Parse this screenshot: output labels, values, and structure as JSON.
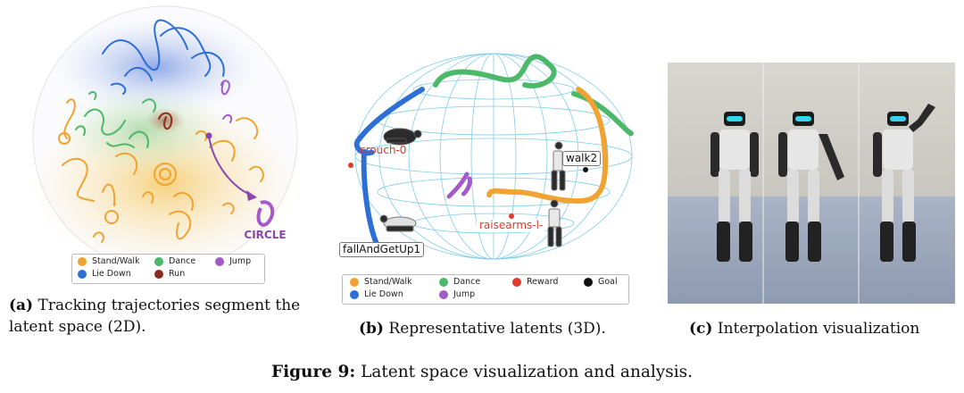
{
  "panel_a": {
    "annotation": "CIRCLE",
    "legend": [
      {
        "label": "Stand/Walk",
        "color": "#f0a330"
      },
      {
        "label": "Dance",
        "color": "#4cb86a"
      },
      {
        "label": "Jump",
        "color": "#a35bc8"
      },
      {
        "label": "Lie Down",
        "color": "#2e6fd6"
      },
      {
        "label": "Run",
        "color": "#8b2a1e"
      }
    ],
    "caption_label": "(a)",
    "caption_text": "Tracking trajectories segment the latent space (2D)."
  },
  "panel_b": {
    "tags": [
      "crouch-0",
      "walk2",
      "fallAndGetUp1",
      "raisearms-l-"
    ],
    "legend": [
      {
        "label": "Stand/Walk",
        "color": "#f0a330"
      },
      {
        "label": "Dance",
        "color": "#4cb86a"
      },
      {
        "label": "Reward",
        "color": "#e03a2a"
      },
      {
        "label": "Goal",
        "color": "#111111"
      },
      {
        "label": "Lie Down",
        "color": "#2e6fd6"
      },
      {
        "label": "Jump",
        "color": "#a35bc8"
      }
    ],
    "caption_label": "(b)",
    "caption_text": "Representative latents (3D)."
  },
  "panel_c": {
    "caption_label": "(c)",
    "caption_text": "Interpolation visualization"
  },
  "figure_caption": {
    "label": "Figure 9:",
    "text": "Latent space visualization and analysis."
  }
}
